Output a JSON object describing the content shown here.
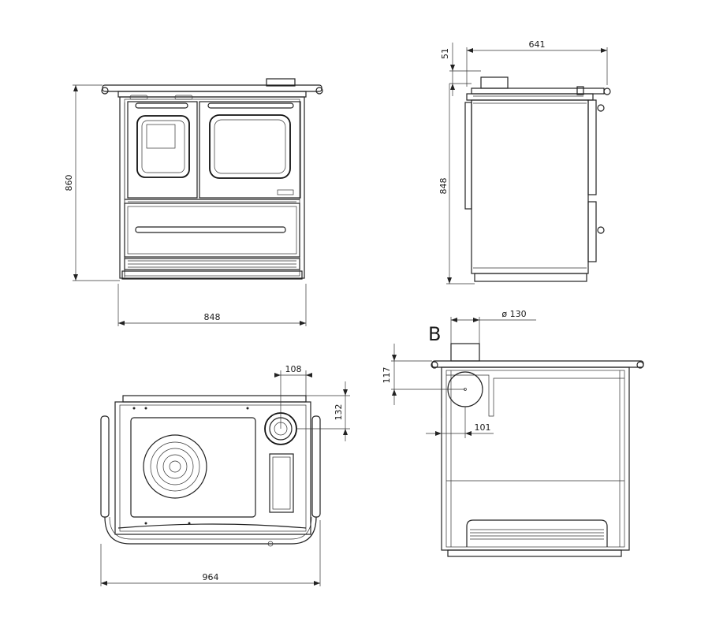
{
  "views": {
    "front": {
      "height_label": "860",
      "width_label": "848"
    },
    "side": {
      "top_offset_label": "51",
      "depth_label": "641",
      "height_label": "848"
    },
    "top": {
      "flue_x_label": "108",
      "flue_y_label": "132",
      "width_label": "964"
    },
    "rear": {
      "view_letter": "B",
      "flue_diameter_label": "ø 130",
      "flue_height_label": "117",
      "flue_offset_label": "101"
    }
  }
}
